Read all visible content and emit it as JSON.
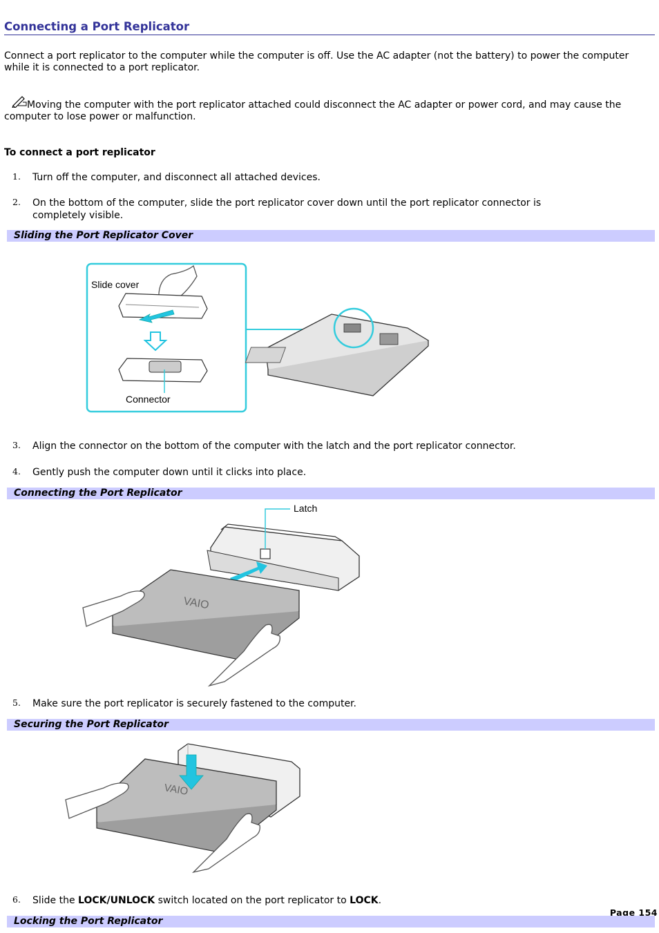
{
  "title": "Connecting a Port Replicator",
  "intro": "Connect a port replicator to the computer while the computer is off. Use the AC adapter (not the battery) to power the computer while it is connected to a port replicator.",
  "note": "Moving the computer with the port replicator attached could disconnect the AC adapter or power cord, and may cause the computer to lose power or malfunction.",
  "procedure_heading": "To connect a port replicator",
  "steps": [
    {
      "num": "1.",
      "text": "Turn off the computer, and disconnect all attached devices."
    },
    {
      "num": "2.",
      "text": "On the bottom of the computer, slide the port replicator cover down until the port replicator connector is completely visible."
    },
    {
      "num": "3.",
      "text": "Align the connector on the bottom of the computer with the latch and the port replicator connector."
    },
    {
      "num": "4.",
      "text": "Gently push the computer down until it clicks into place."
    },
    {
      "num": "5.",
      "text": "Make sure the port replicator is securely fastened to the computer."
    },
    {
      "num": "6.",
      "pre": "Slide the ",
      "b1": "LOCK/UNLOCK",
      "mid": " switch located on the port replicator to ",
      "b2": "LOCK",
      "post": "."
    }
  ],
  "captions": {
    "sliding": "Sliding the Port Replicator Cover",
    "connecting": "Connecting the Port Replicator",
    "securing": "Securing the Port Replicator",
    "locking": "Locking the Port Replicator"
  },
  "figure_labels": {
    "slide_cover": "Slide cover",
    "connector": "Connector",
    "latch": "Latch",
    "vaio": "VAIO"
  },
  "page_number": "Page 154",
  "colors": {
    "title": "#333399",
    "caption_bar": "#ccccff",
    "callout": "#33ccdd",
    "arrow": "#22c4e0"
  }
}
